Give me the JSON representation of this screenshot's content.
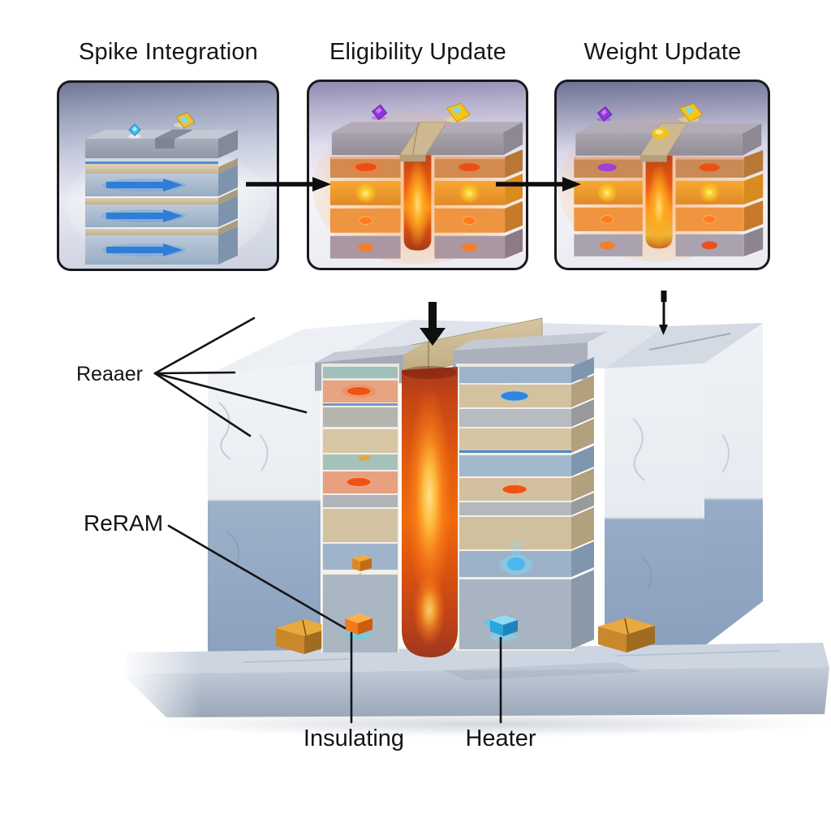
{
  "figure": {
    "stage_panels": [
      {
        "title": "Spike Integration"
      },
      {
        "title": "Eligibility Update"
      },
      {
        "title": "Weight Update"
      }
    ],
    "annotations": {
      "layer_fan_label": "Reaaer",
      "reram_label": "ReRAM",
      "insulating_label": "Insulating",
      "heater_label": "Heater"
    },
    "icons": {
      "flow_arrow_1": "right-arrow",
      "flow_arrow_2": "right-arrow",
      "down_arrow_bold": "down-arrow",
      "down_arrow_thin": "down-arrow-thin",
      "leader_lines": "annotation-lines"
    },
    "colors": {
      "panel_border": "#1a1a1e",
      "arrow_black": "#0d0d0d",
      "pillar_hot_orange": "#ef6a0c",
      "pillar_core_glow": "#ffd84d",
      "heater_cyan": "#2aa6dc",
      "insulator_orange": "#ef7c1c",
      "spike_arrow_blue": "#2e7ed8",
      "stone_blue_band": "#8fa6c2",
      "stone_light_gray": "#ccd5e1",
      "panel_bg_violet": "#8f8ab0"
    }
  }
}
